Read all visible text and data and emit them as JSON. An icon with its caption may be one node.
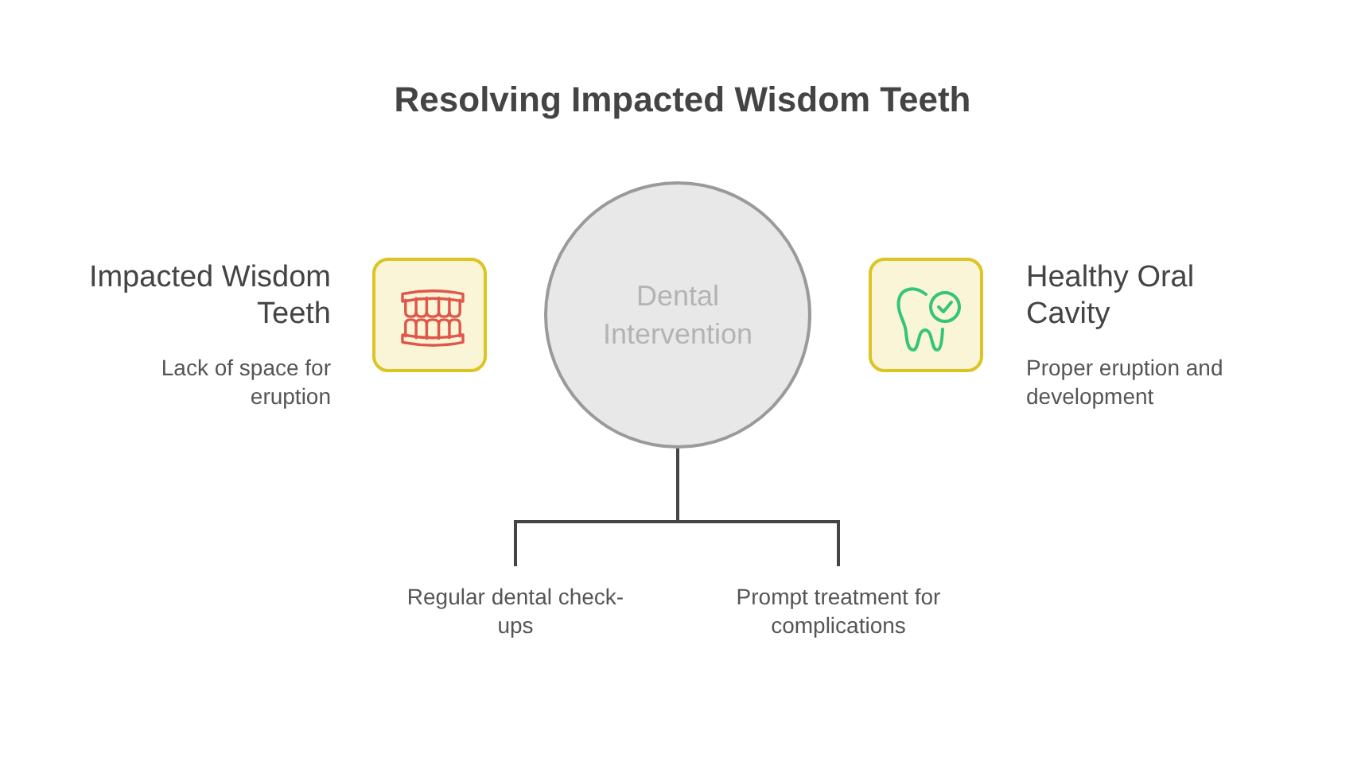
{
  "diagram": {
    "title": "Resolving Impacted Wisdom Teeth",
    "nodes": [
      {
        "text": [
          "Impacted Wisdom Teeth",
          "Lack of space for eruption"
        ]
      },
      {
        "text": [
          "Dental Intervention"
        ]
      },
      {
        "text": [
          "Healthy Oral Cavity",
          "Proper eruption and development"
        ]
      },
      {
        "text": [
          "Regular dental check-ups"
        ]
      },
      {
        "text": [
          "Prompt treatment for complications"
        ]
      }
    ],
    "edges": [
      {
        "from": 1,
        "to": 3,
        "arrow": "none"
      },
      {
        "from": 1,
        "to": 4,
        "arrow": "none"
      }
    ]
  }
}
